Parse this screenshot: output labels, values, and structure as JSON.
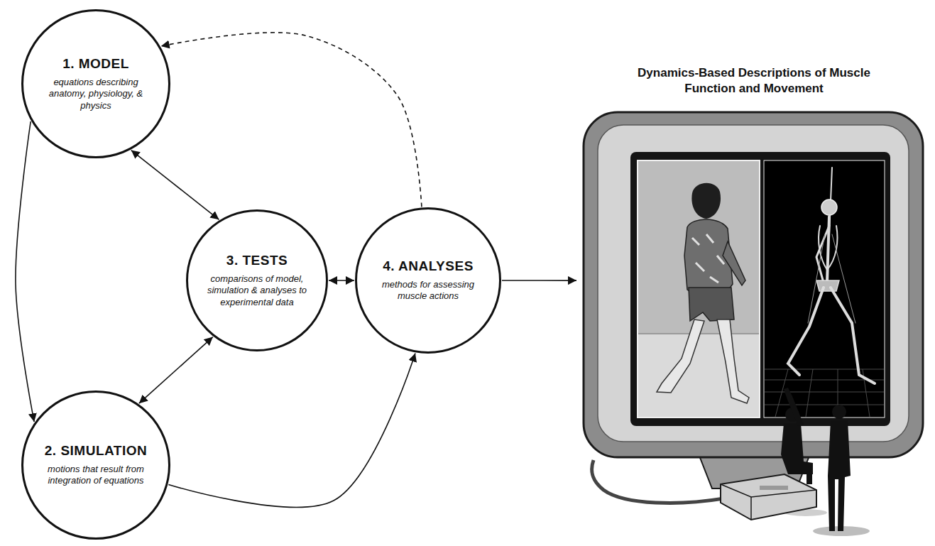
{
  "diagram": {
    "nodes": [
      {
        "text": [
          "1. MODEL",
          "equations describing anatomy, physiology, & physics"
        ]
      },
      {
        "text": [
          "2. SIMULATION",
          "motions that result from integration of equations"
        ]
      },
      {
        "text": [
          "3. TESTS",
          "comparisons of model, simulation & analyses to experimental data"
        ]
      },
      {
        "text": [
          "4. ANALYSES",
          "methods for assessing muscle actions"
        ]
      },
      {
        "text": [
          "Dynamics-Based Descriptions of Muscle Function and Movement"
        ]
      }
    ],
    "edges": [
      {
        "from": 0,
        "to": 1,
        "arrow": "to"
      },
      {
        "from": 0,
        "to": 2,
        "arrow": "both"
      },
      {
        "from": 2,
        "to": 1,
        "arrow": "both"
      },
      {
        "from": 2,
        "to": 3,
        "arrow": "both"
      },
      {
        "from": 1,
        "to": 3,
        "arrow": "to"
      },
      {
        "from": 3,
        "to": 0,
        "arrow": "to"
      },
      {
        "from": 3,
        "to": 4,
        "arrow": "to"
      }
    ]
  }
}
